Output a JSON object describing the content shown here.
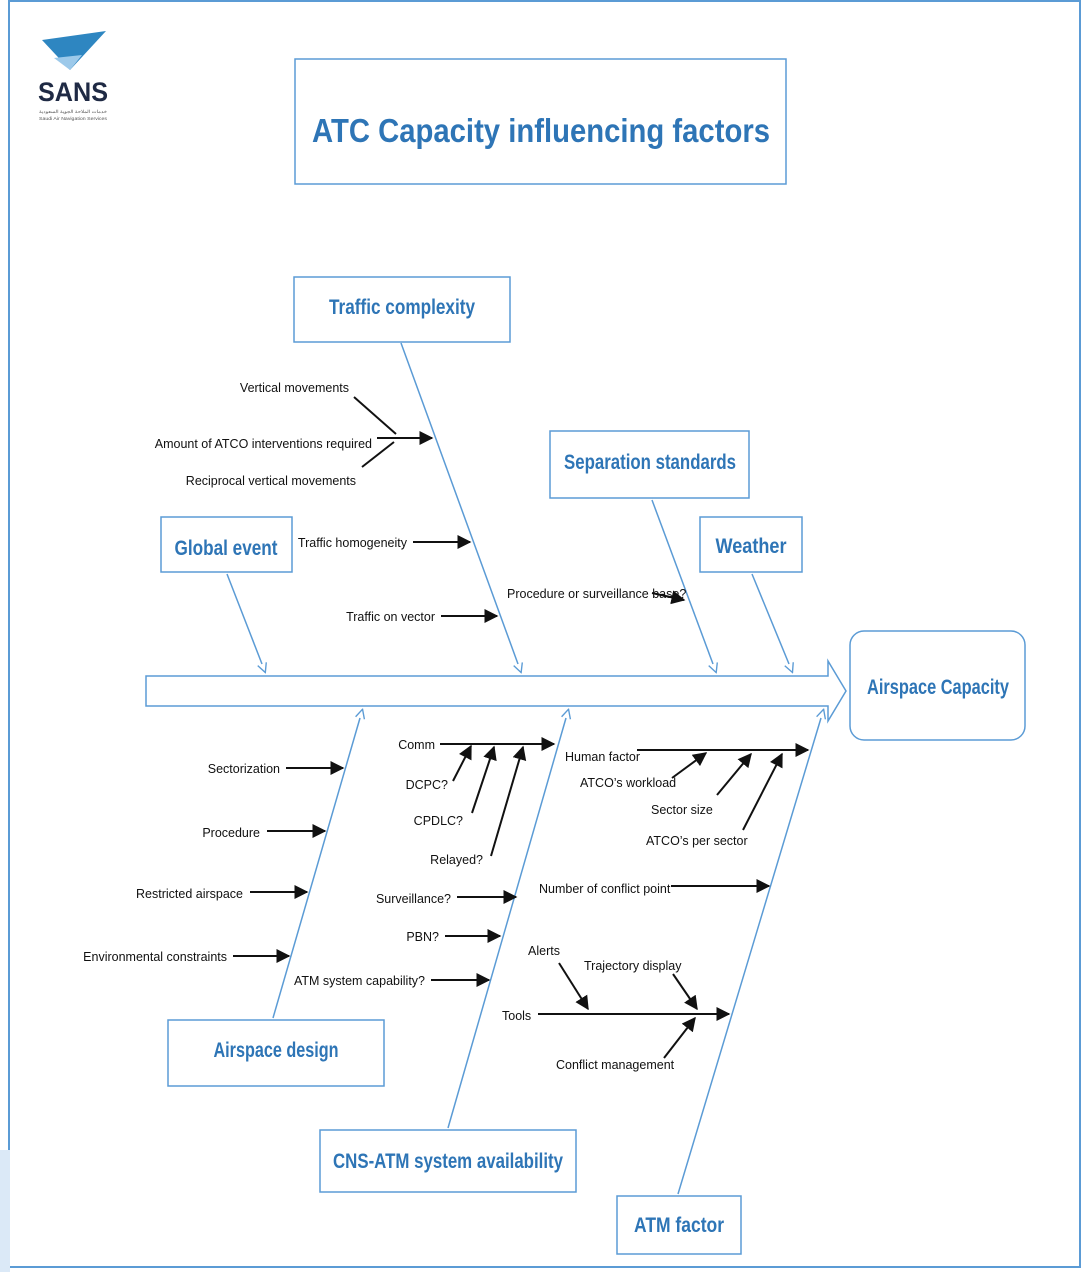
{
  "logo": {
    "wordmark": "SANS",
    "tagline_ar": "خدمات الملاحة الجوية السعودية",
    "tagline_en": "Saudi Air Navigation Services"
  },
  "title": "ATC Capacity influencing factors",
  "effect": "Airspace Capacity",
  "categories": {
    "traffic_complexity": "Traffic complexity",
    "separation_standards": "Separation standards",
    "global_event": "Global event",
    "weather": "Weather",
    "airspace_design": "Airspace design",
    "cns_atm": "CNS-ATM system availability",
    "atm_factor": "ATM factor"
  },
  "factors": {
    "vertical_movements": "Vertical movements",
    "atco_interventions": "Amount of ATCO interventions required",
    "reciprocal_vertical": "Reciprocal vertical movements",
    "traffic_homogeneity": "Traffic homogeneity",
    "traffic_on_vector": "Traffic on vector",
    "procedure_or_surveillance": "Procedure or surveillance base?",
    "sectorization": "Sectorization",
    "procedure": "Procedure",
    "restricted_airspace": "Restricted airspace",
    "environmental_constraints": "Environmental constraints",
    "comm": "Comm",
    "dcpc": "DCPC?",
    "cpdlc": "CPDLC?",
    "relayed": "Relayed?",
    "surveillance": "Surveillance?",
    "pbn": "PBN?",
    "atm_system_capability": "ATM system capability?",
    "human_factor": "Human factor",
    "atco_workload": "ATCO’s workload",
    "sector_size": "Sector size",
    "atcos_per_sector": "ATCO’s per sector",
    "conflict_points": "Number of conflict point",
    "alerts": "Alerts",
    "trajectory_display": "Trajectory display",
    "tools": "Tools",
    "conflict_management": "Conflict management"
  },
  "colors": {
    "accent": "#2e75b6",
    "border": "#5b9bd5",
    "logo_blue": "#2e86c1",
    "text": "#111111"
  }
}
